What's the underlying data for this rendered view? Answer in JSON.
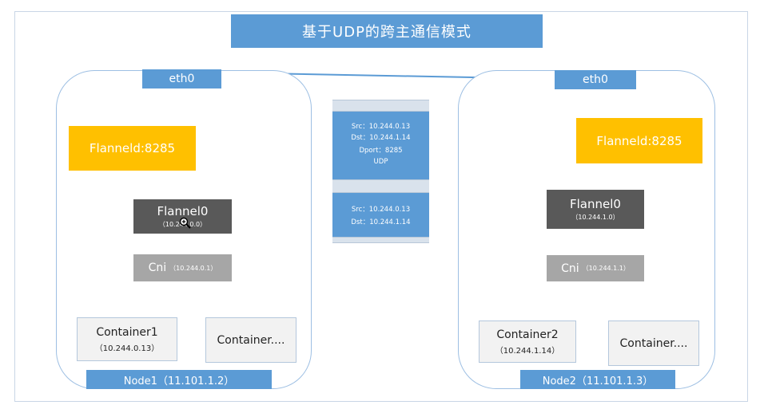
{
  "title": "基于UDP的跨主通信模式",
  "node1": {
    "eth": "eth0",
    "flanneld": "Flanneld:8285",
    "flannel0": {
      "label": "Flannel0",
      "ip": "（10.244.0.0）"
    },
    "cni": {
      "label": "Cni",
      "ip": "（10.244.0.1）"
    },
    "container_a": {
      "label": "Container1",
      "ip": "（10.244.0.13）"
    },
    "container_b": {
      "label": "Container...."
    },
    "label": "Node1（11.101.1.2）"
  },
  "node2": {
    "eth": "eth0",
    "flanneld": "Flanneld:8285",
    "flannel0": {
      "label": "Flannel0",
      "ip": "（10.244.1.0）"
    },
    "cni": {
      "label": "Cni",
      "ip": "（10.244.1.1）"
    },
    "container_a": {
      "label": "Container2",
      "ip": "（10.244.1.14）"
    },
    "container_b": {
      "label": "Container...."
    },
    "label": "Node2（11.101.1.3）"
  },
  "packet": {
    "outer": {
      "src": "Src：10.244.0.13",
      "dst": "Dst：10.244.1.14",
      "dport": "Dport：8285",
      "proto": "UDP"
    },
    "inner": {
      "src": "Src：10.244.0.13",
      "dst": "Dst：10.244.1.14"
    }
  },
  "colors": {
    "accent_blue": "#5b9bd5",
    "flanneld_yellow": "#ffc000",
    "flannel0_gray": "#595959",
    "cni_gray": "#a6a6a6"
  },
  "icons": {
    "cursor": "zoom-in-magnifier-icon"
  }
}
